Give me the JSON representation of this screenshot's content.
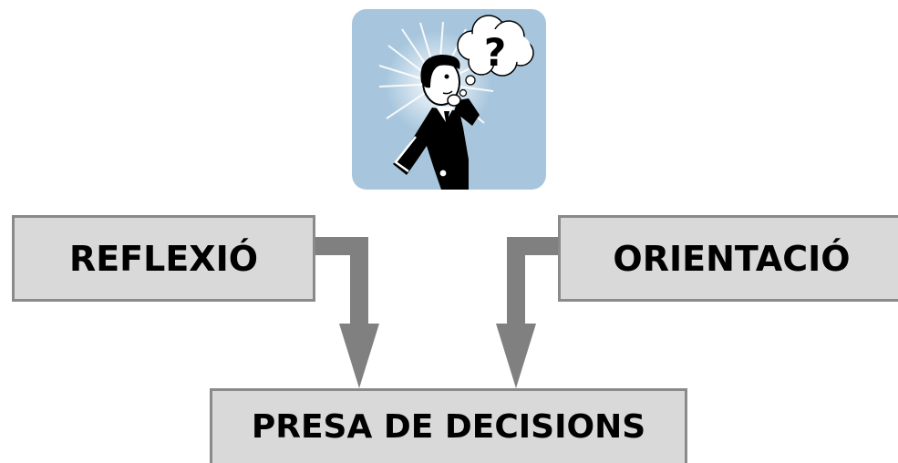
{
  "diagram": {
    "illustration": "person-thinking-with-question-mark",
    "nodes": {
      "reflection": "REFLEXIÓ",
      "orientation": "ORIENTACIÓ",
      "decision": "PRESA DE DECISIONS"
    },
    "edges": [
      {
        "from": "reflection",
        "to": "decision"
      },
      {
        "from": "orientation",
        "to": "decision"
      }
    ],
    "colors": {
      "box_fill": "#d9d9d9",
      "box_border": "#8a8a8a",
      "arrow": "#808080",
      "tile_background": "#a7c6dd"
    }
  }
}
